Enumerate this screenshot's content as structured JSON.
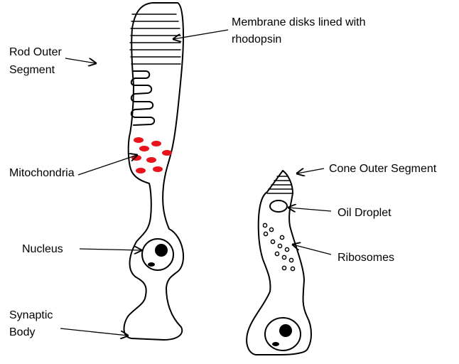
{
  "labels": {
    "rod_outer_segment": [
      "Rod Outer",
      "Segment"
    ],
    "membrane_disks": [
      "Membrane disks lined with",
      "rhodopsin"
    ],
    "mitochondria": "Mitochondria",
    "nucleus": "Nucleus",
    "synaptic_body": [
      "Synaptic",
      "Body"
    ],
    "cone_outer_segment": "Cone Outer Segment",
    "oil_droplet": "Oil Droplet",
    "ribosomes": "Ribosomes"
  },
  "colors": {
    "outline": "#000000",
    "mitochondria": "#e8141c",
    "nucleolus": "#000000",
    "background": "#ffffff"
  }
}
